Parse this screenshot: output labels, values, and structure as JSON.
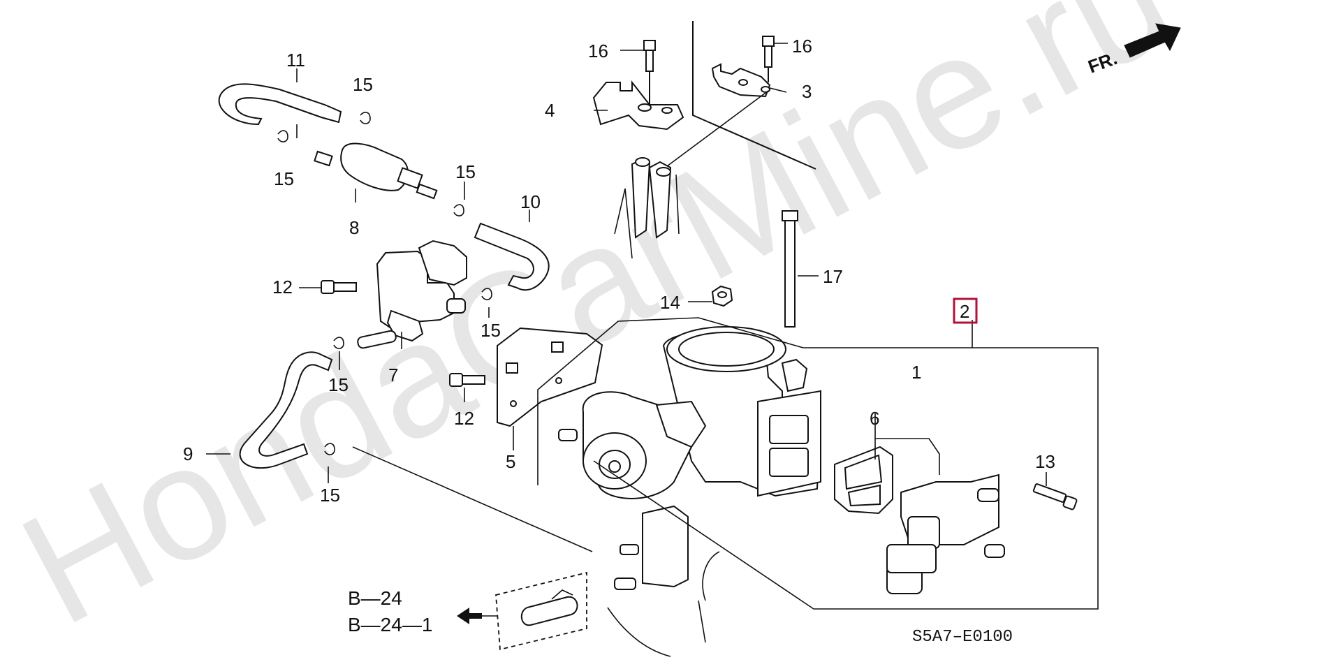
{
  "watermark": "HondaCarMine.ru",
  "direction_marker": "FR.",
  "diagram_code": "S5A7–E0100",
  "highlight_color": "#b0123a",
  "references": [
    "B—24",
    "B—24—1"
  ],
  "callouts": {
    "c1": "1",
    "c2": "2",
    "c3": "3",
    "c4": "4",
    "c5": "5",
    "c6": "6",
    "c7": "7",
    "c8": "8",
    "c9": "9",
    "c10": "10",
    "c11": "11",
    "c12a": "12",
    "c12b": "12",
    "c13": "13",
    "c14": "14",
    "c15a": "15",
    "c15b": "15",
    "c15c": "15",
    "c15d": "15",
    "c15e": "15",
    "c15f": "15",
    "c16a": "16",
    "c16b": "16",
    "c17": "17"
  }
}
